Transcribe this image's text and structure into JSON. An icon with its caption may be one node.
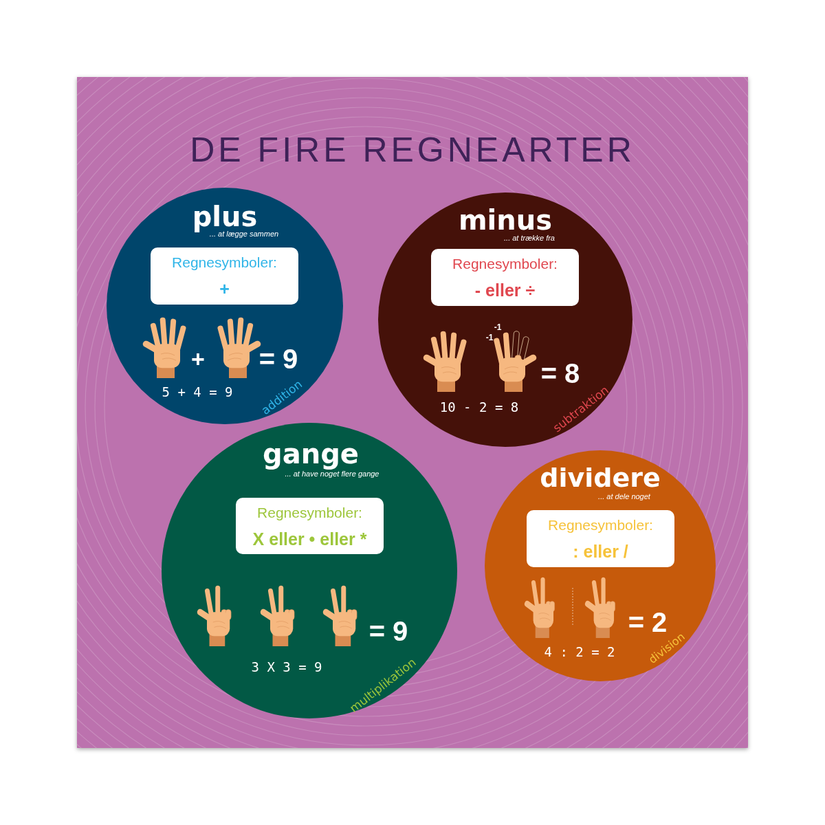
{
  "diagram": {
    "title": "DE FIRE **REGNE**ARTER",
    "nodes": [
      {
        "text": [
          "plus",
          "... at lægge sammen",
          "+",
          "= 9",
          "5 + 4 = 9",
          "addition"
        ]
      },
      {
        "text": [
          "Regnesymboler:",
          "+"
        ],
        "in": 0
      },
      {
        "text": [
          "minus",
          "... at trække fra",
          "-1",
          "-1",
          "= 8",
          "10 - 2 = 8",
          "subtraktion"
        ]
      },
      {
        "text": [
          "Regnesymboler:",
          "- eller ÷"
        ],
        "in": 2
      },
      {
        "text": [
          "gange",
          "... at have noget flere gange",
          "= 9",
          "3 X 3 = 9",
          "multiplikation"
        ]
      },
      {
        "text": [
          "Regnesymboler:",
          "X eller • eller *"
        ],
        "in": 4
      },
      {
        "text": [
          "dividere",
          "... at dele noget",
          "= 2",
          "4 : 2 = 2",
          "division"
        ]
      },
      {
        "text": [
          "Regnesymboler:",
          ": eller /"
        ],
        "in": 6
      }
    ]
  }
}
